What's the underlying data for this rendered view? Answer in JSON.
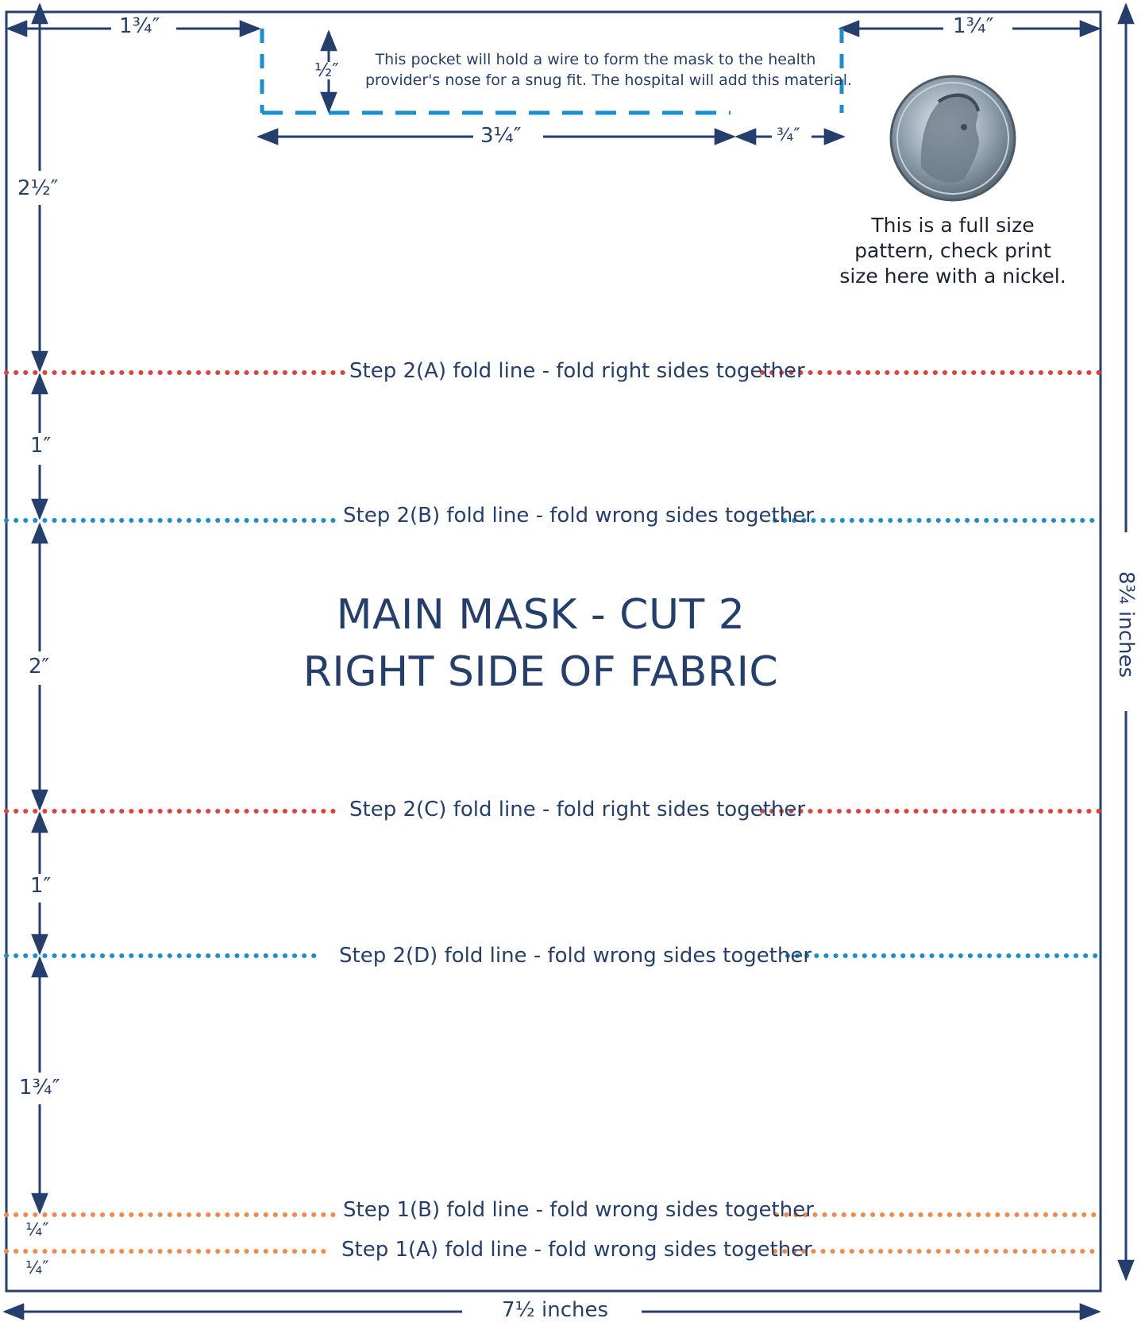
{
  "pattern": {
    "title_line1": "MAIN MASK - CUT 2",
    "title_line2": "RIGHT SIDE OF FABRIC",
    "pocket_note_line1": "This pocket will hold a wire to form the mask to the health",
    "pocket_note_line2": "provider's nose for a snug fit. The hospital will add this material.",
    "nickel_note_line1": "This is a full size",
    "nickel_note_line2": "pattern, check print",
    "nickel_note_line3": "size here with a nickel.",
    "width_label": "7½ inches",
    "height_label": "8¾ inches"
  },
  "dimensions": {
    "top_left": "1¾″",
    "top_right": "1¾″",
    "pocket_height": "½″",
    "pocket_width": "3¼″",
    "pocket_gap": "¾″",
    "left_top": "2½″",
    "left_2a_2b": "1″",
    "left_2b_2c": "2″",
    "left_2c_2d": "1″",
    "left_2d_1b": "1¾″",
    "left_1b_1a": "¼″",
    "left_1a_edge": "¼″"
  },
  "fold_lines": [
    {
      "label": "Step 2(A) fold line - fold right sides together",
      "color": "#e0423a"
    },
    {
      "label": "Step 2(B) fold line - fold wrong sides together",
      "color": "#1a8fcf"
    },
    {
      "label": "Step 2(C) fold line - fold right sides together",
      "color": "#e0423a"
    },
    {
      "label": "Step 2(D) fold line - fold wrong sides together",
      "color": "#1a8fcf"
    },
    {
      "label": "Step 1(B) fold line - fold wrong sides together",
      "color": "#f08a4b"
    },
    {
      "label": "Step 1(A) fold line - fold wrong sides together",
      "color": "#f08a4b"
    }
  ],
  "colors": {
    "ink": "#243f6e",
    "pocket_dash": "#1a8fcf"
  },
  "icons": {
    "nickel": "nickel-coin-icon"
  }
}
